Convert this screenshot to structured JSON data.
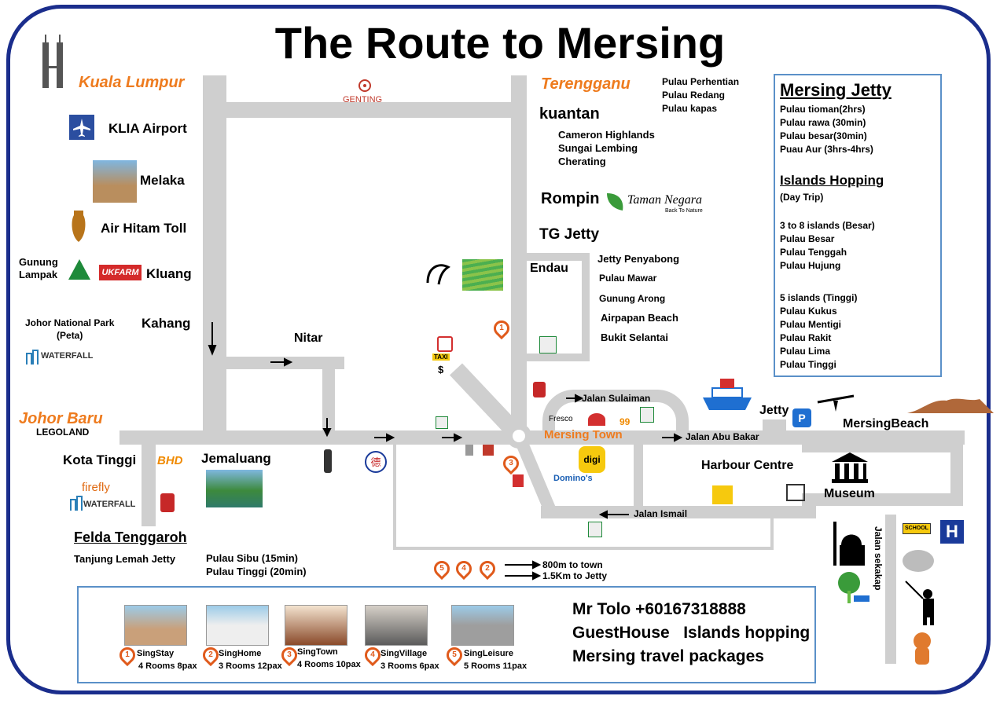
{
  "title": "The Route to Mersing",
  "north_places": {
    "kuala_lumpur": "Kuala Lumpur",
    "genting": "GENTING",
    "terengganu": "Terengganu",
    "terengganu_islands": [
      "Pulau Perhentian",
      "Pulau Redang",
      "Pulau kapas"
    ],
    "kuantan": "kuantan",
    "kuantan_spots": [
      "Cameron Highlands",
      "Sungai Lembing",
      "Cherating"
    ],
    "rompin": "Rompin",
    "taman_negara": "Taman Negara",
    "taman_negara_sub": "Back To Nature",
    "tg_jetty": "TG Jetty",
    "endau": "Endau",
    "endau_spots": [
      "Jetty Penyabong",
      "Pulau Mawar",
      "Gunung Arong",
      "Airpapan Beach",
      "Bukit Selantai"
    ]
  },
  "west_places": {
    "klia": "KLIA Airport",
    "melaka": "Melaka",
    "air_hitam": "Air Hitam Toll",
    "gunung_lampak": "Gunung\nLampak",
    "ukfarm": "UKFARM",
    "kluang": "Kluang",
    "johor_np": "Johor National Park\n(Peta)",
    "kahang": "Kahang",
    "waterfall": "WATERFALL",
    "nitar": "Nitar",
    "johor_baru": "Johor Baru",
    "legoland": "LEGOLAND",
    "kota_tinggi": "Kota Tinggi",
    "bhd": "BHD",
    "jemaluang": "Jemaluang",
    "firefly": "firefly",
    "felda": "Felda Tenggaroh",
    "tanjung": "Tanjung Lemah Jetty",
    "sibu": "Pulau Sibu (15min)",
    "tinggi": "Pulau Tinggi (20min)"
  },
  "town": {
    "jalan_sulaiman": "Jalan Sulaiman",
    "fresco": "Fresco",
    "mersing_town": "Mersing Town",
    "digi": "digi",
    "dominos": "Domino's",
    "jalan_abu_bakar": "Jalan Abu Bakar",
    "harbour_centre": "Harbour Centre",
    "jalan_ismail": "Jalan Ismail",
    "jetty": "Jetty",
    "mersing_beach": "MersingBeach",
    "museum": "Museum",
    "jalan_sekakap": "Jalan sekakap",
    "school": "SCHOOL",
    "hospital": "H",
    "taxi": "TAXI",
    "dollar": "$",
    "number_99": "99"
  },
  "legend_distance": [
    "800m to town",
    "1.5Km to Jetty"
  ],
  "jetty_panel": {
    "heading": "Mersing Jetty",
    "items": [
      "Pulau tioman(2hrs)",
      "Pulau rawa (30min)",
      "Pulau besar(30min)",
      "Puau Aur (3hrs-4hrs)"
    ],
    "hopping_heading": "Islands Hopping",
    "hopping_sub": "(Day Trip)",
    "group1": [
      "3 to 8 islands (Besar)",
      "Pulau Besar",
      "Pulau Tenggah",
      "Pulau Hujung"
    ],
    "group2": [
      "5 islands (Tinggi)",
      "Pulau Kukus",
      "Pulau Mentigi",
      "Pulau Rakit",
      "Pulau Lima",
      "Pulau Tinggi"
    ]
  },
  "stays": [
    {
      "num": "1",
      "name": "SingStay",
      "rooms": "4 Rooms 8pax"
    },
    {
      "num": "2",
      "name": "SingHome",
      "rooms": "3 Rooms 12pax"
    },
    {
      "num": "3",
      "name": "SingTown",
      "rooms": "4 Rooms 10pax"
    },
    {
      "num": "4",
      "name": "SingVillage",
      "rooms": "3 Rooms 6pax"
    },
    {
      "num": "5",
      "name": "SingLeisure",
      "rooms": "5 Rooms 11pax"
    }
  ],
  "contact": [
    "Mr Tolo +60167318888",
    "GuestHouse   Islands hopping",
    "Mersing travel packages"
  ],
  "colors": {
    "frame": "#1a2d8c",
    "road": "#cfcfcf",
    "orange": "#ee7b1e",
    "pin": "#e05a1b"
  }
}
